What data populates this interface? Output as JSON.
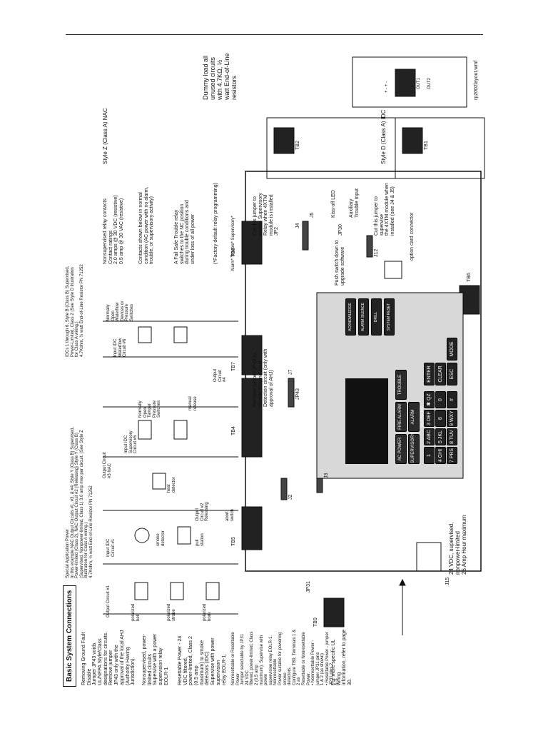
{
  "filename": "rp2002layout.wmf",
  "title": "Basic System Connections",
  "notes": {
    "ground_fault": "Removing Ground Fault Disable\nJumper JP43 voids UL/NFPA Style/Class\ndesignations for circuits. Remove jumper\nJP43 only with the approval of the local AHJ\n(Authority Having Jurisdiction).",
    "nonsupervised": "Nonsupervised, power-limited circuits\nSupervise with a power supervision relay\nEOLR-1",
    "resettable": "Resettable Power - 24 VDC filtered,\npower-limited, Class 2 (0.5 amp\nmaximum) to smoke detectors (IDC)\nSupervise with power supervision\nrelay EOLR-1.",
    "nonresettable": "Nonresettable or Resettable Power\nJumper selectable by JP31 24 VDC\nfiltered, power-limited, Class 2 (0.5 amp\nmaximum). Supervise with power\nsupervision relay EOLR-1. Nonresettable\nPower suitable for powering smoke\ndetectors.\nConfigure TB9, Terminals 1 & 2 as\nResettable or Nonresettable Power.\n•  Nonresettable Power - jumper JP31 pins\n   1 & 2 (as shown)\n•  Resettable Power - jumper JP31 pins 2\n   & 3",
    "ul_wiring": "For more specific UL wiring\ninformation, refer to page 30.",
    "special_power": "Special Application Power\nIn this example NAC Output Circuits #1, #3, & #4, Style Y (Class B) Supervised,\nPower-limited (Class 2), NAC Output Circuit #2 (Releasing) Style Y (Class B)\n(Supervised, Nonpower-limited, Class 1) 3.0 amp max per circuit. (See Style Z\nillustration for Class A wiring.)\n4.7Kohm, ½ watt End-of-Line Resistor PN 71252",
    "idc_note": "IDCs 1 through 6, Style B (Class B) Supervised,\nPower-Limited, Class 2 (See Style D illustration\nfor Class A wiring.)\n4.7Kohm, ½ watt End-of-Line Resistor PN 71252",
    "relay_contacts": "Nonsupervised relay contacts\nContact ratings\n2.0 amps @ 30 VDC (resistive)\n0.5 amp @ 30 VAC (resistive)",
    "relay_normal": "Contacts shown below in normal\ncondition (AC power with no alarm,\ntrouble, or supervisory activity)",
    "relay_fail_safe": "A Fail Safe Trouble relay\nswitches to the NC position\nduring trouble conditions and\nunder loss of all power",
    "factory_default": "(*Factory default relay programming)",
    "cut_jp2": "Cut this jumper to\nenable Supervisory\nRelay when 4XTM\nmodule is installed",
    "kissoff": "Kiss-off LED",
    "aux_trouble": "Auxiliary\nTrouble Input",
    "cut_jp30": "Cut this jumper to supervise\nthe 4XTM module when\ninstalled (see J4 & J5)",
    "push_switch": "Push switch down to\nupgrade software",
    "remove_jp43": "Remove jumper JP43 to\ndisable Ground Fault\nDetection circuit (only with\napproval of AHJ)",
    "option_card": "option card connector",
    "dummy_load": "Dummy load all unused circuits\nwith 4.7KΩ, ½ watt End-of-Line\nresistors",
    "style_z": "Style Z (Class A) NAC",
    "style_d": "Style D (Class A) IDC",
    "battery": "24 VDC, supervised,\nnonpower-limited\n26 Amp Hour maximum"
  },
  "device_labels": {
    "output_circuit_1": "Output Circuit #1",
    "polarized_bell": "polarized\nbell",
    "polarized_strobe": "polarized\nstrobe",
    "polarized_horn": "polarized\nhorn",
    "input_idc_1": "Input IDC\nCircuit #1",
    "smoke_detector": "smoke\ndetector",
    "pull_station": "pull\nstation",
    "output_circuit_2": "Output\nCircuit #2\nReleasing",
    "abort_switch": "abort\nswitch",
    "heat_detector": "heat\ndetector",
    "output_circuit_3": "Output Circuit\n#3 NAC",
    "input_idc_5": "Input IDC\nSupervisory\nCircuit #5",
    "normally_open_tamper": "Normally\nOpen\nTamper\nPressure\nSwitches",
    "manual_release": "manual\nrelease",
    "output_circuit_4": "Output\nCircuit\n#4",
    "input_idc_waterflow": "Input IDC\nWaterflow\nCircuit #6",
    "normally_open_waterflow": "Normally\nOpen\nWaterflow\nDevices or\nPressure\nSwitches",
    "relay_header": "Alarm*   Trouble*   Supervisory*"
  },
  "board_labels": {
    "tb5": "TB5",
    "tb4": "TB4",
    "tb7": "TB7",
    "tb8": "TB8",
    "tb9": "TB9",
    "tb6": "TB6",
    "tb1": "TB1",
    "tb2": "TB2",
    "j2": "J2",
    "j3": "J3",
    "j4": "J4",
    "j5": "J5",
    "j7": "J7",
    "j12": "J12",
    "j15": "J15",
    "jp2": "JP2",
    "jp30": "JP30",
    "jp31": "JP31",
    "jp43": "JP43",
    "out1": "OUT1",
    "out2": "OUT2",
    "plus_minus": "+   -   +   -"
  },
  "panel": {
    "buttons": [
      "AC POWER",
      "FIRE ALARM",
      "SUPERVISORY",
      "ALARM SILENCED",
      "TROUBLE"
    ],
    "keys": [
      "1",
      "2 ABC",
      "3 DEF",
      "4 GHI",
      "5 JKL",
      "6 MNO",
      "7 PRS",
      "8 TUV",
      "9 WXY",
      "✱ QZ",
      "0",
      "#"
    ],
    "nav_keys": [
      "ENTER",
      "CLEAR",
      "ESC",
      "MODE"
    ],
    "side_keys": [
      "ACKNOWLEDGE",
      "ALARM SILENCE",
      "DRILL",
      "SYSTEM RESET"
    ]
  }
}
